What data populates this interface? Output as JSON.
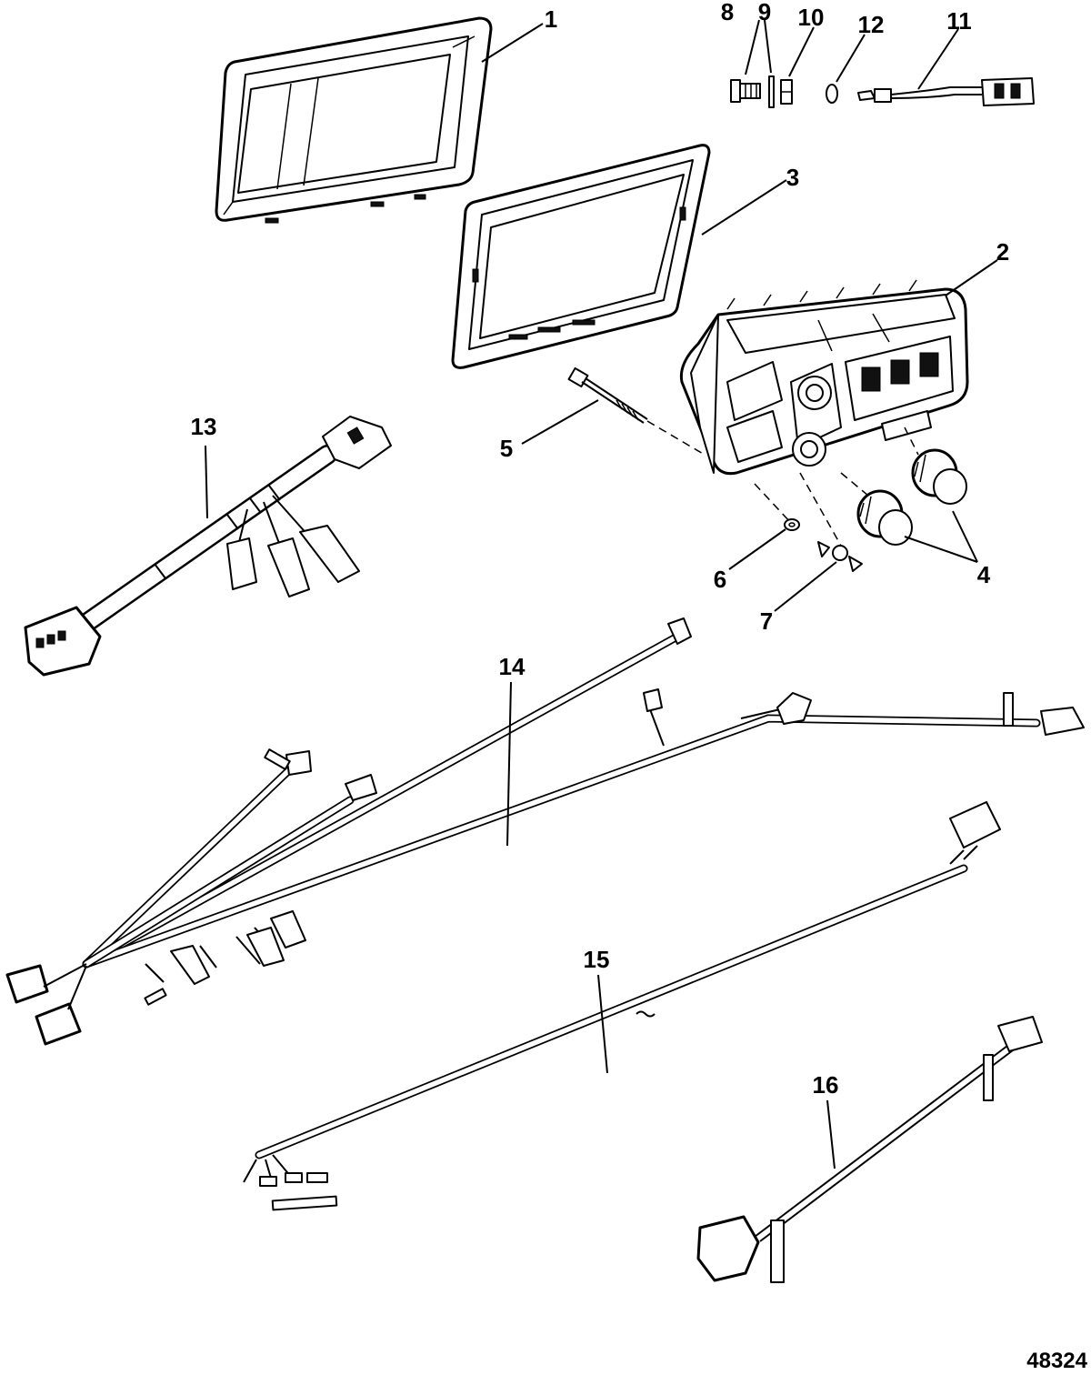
{
  "diagram": {
    "figure_number": "48324",
    "callouts": [
      {
        "id": "1",
        "text": "1"
      },
      {
        "id": "2",
        "text": "2"
      },
      {
        "id": "3",
        "text": "3"
      },
      {
        "id": "4",
        "text": "4"
      },
      {
        "id": "5",
        "text": "5"
      },
      {
        "id": "6",
        "text": "6"
      },
      {
        "id": "7",
        "text": "7"
      },
      {
        "id": "8",
        "text": "8"
      },
      {
        "id": "9",
        "text": "9"
      },
      {
        "id": "10",
        "text": "10"
      },
      {
        "id": "11",
        "text": "11"
      },
      {
        "id": "12",
        "text": "12"
      },
      {
        "id": "13",
        "text": "13"
      },
      {
        "id": "14",
        "text": "14"
      },
      {
        "id": "15",
        "text": "15"
      },
      {
        "id": "16",
        "text": "16"
      }
    ]
  }
}
